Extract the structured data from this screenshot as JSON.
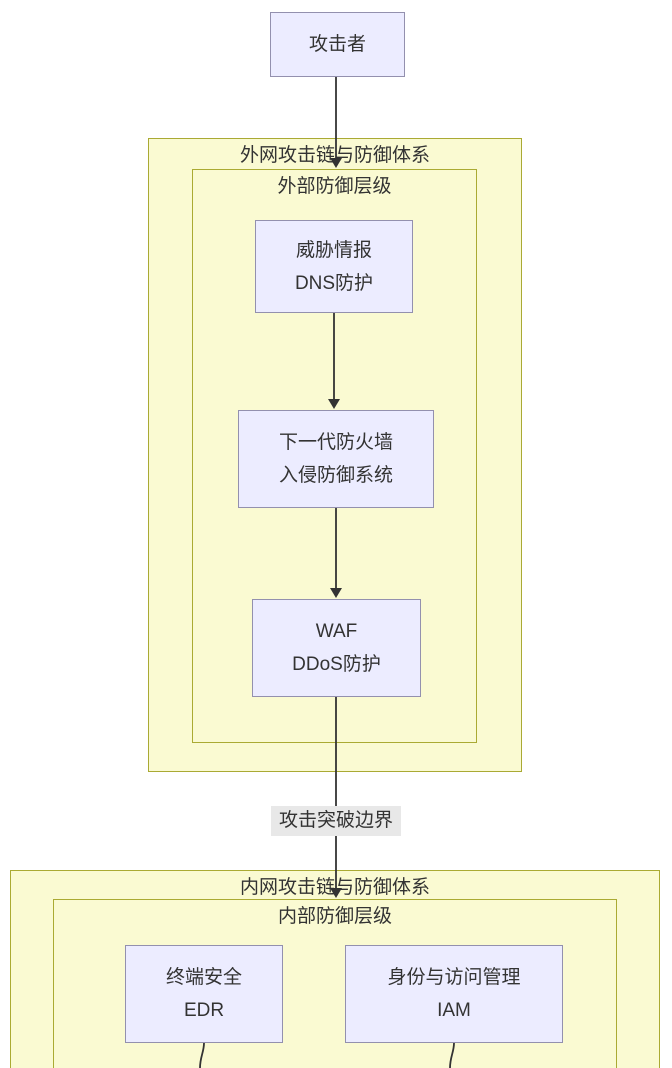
{
  "diagram": {
    "attacker": "攻击者",
    "edge_label": "攻击突破边界",
    "external_cluster": {
      "title": "外网攻击链与防御体系",
      "inner_title": "外部防御层级",
      "nodes": [
        {
          "line1": "威胁情报",
          "line2": "DNS防护"
        },
        {
          "line1": "下一代防火墙",
          "line2": "入侵防御系统"
        },
        {
          "line1": "WAF",
          "line2": "DDoS防护"
        }
      ]
    },
    "internal_cluster": {
      "title": "内网攻击链与防御体系",
      "inner_title": "内部防御层级",
      "nodes": [
        {
          "line1": "终端安全",
          "line2": "EDR"
        },
        {
          "line1": "身份与访问管理",
          "line2": "IAM"
        }
      ]
    }
  },
  "colors": {
    "node_fill": "#ECECFF",
    "node_border": "#9390AE",
    "cluster_fill": "#FAFAD2",
    "cluster_border": "#AAAA33",
    "line": "#333333",
    "text": "#333333",
    "edge_label_bg": "#E8E8E8",
    "canvas_bg": "#FFFFFF"
  }
}
